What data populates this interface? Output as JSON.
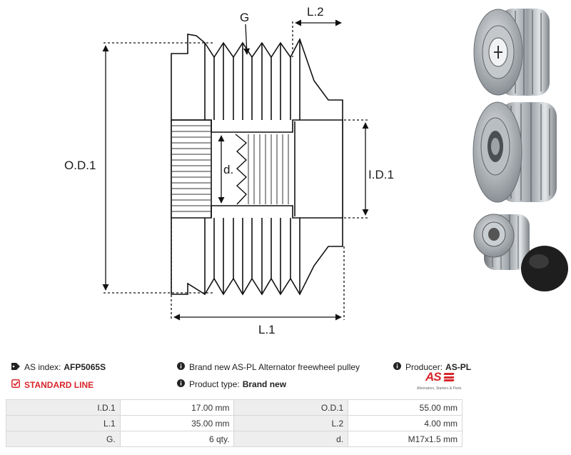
{
  "drawing": {
    "labels": {
      "groove": "G",
      "length2": "L.2",
      "outer_diameter": "O.D.1",
      "inner_diameter": "I.D.1",
      "thread_diameter": "d.",
      "length1": "L.1"
    }
  },
  "photos": [
    {
      "name": "pulley-photo-front"
    },
    {
      "name": "pulley-photo-angle"
    },
    {
      "name": "pulley-photo-back-with-cap"
    }
  ],
  "info": {
    "as_index_label": "AS index:",
    "as_index_value": "AFP5065S",
    "standard_line": "STANDARD LINE",
    "description": "Brand new AS-PL Alternator freewheel pulley",
    "product_type_label": "Product type:",
    "product_type_value": "Brand new",
    "producer_label": "Producer:",
    "producer_value": "AS-PL"
  },
  "logo": {
    "text": "AS",
    "tagline": "Alternators, Starters & Parts",
    "color": "#d7262b"
  },
  "specs": [
    {
      "k1": "I.D.1",
      "v1": "17.00 mm",
      "k2": "O.D.1",
      "v2": "55.00 mm"
    },
    {
      "k1": "L.1",
      "v1": "35.00 mm",
      "k2": "L.2",
      "v2": "4.00 mm"
    },
    {
      "k1": "G.",
      "v1": "6 qty.",
      "k2": "d.",
      "v2": "M17x1.5 mm"
    }
  ],
  "colors": {
    "accent_red": "#d7262b",
    "table_key_bg": "#eeeeee",
    "table_border": "#d8d8d8"
  }
}
